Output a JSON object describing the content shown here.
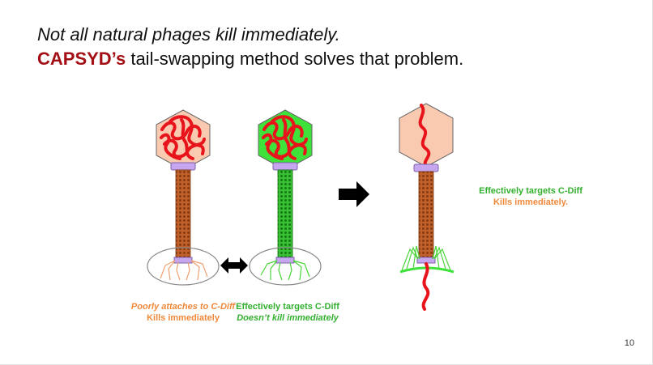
{
  "slide": {
    "title_line1": "Not all natural phages kill immediately.",
    "title_brand": "CAPSYD’s",
    "title_rest": " tail-swapping method solves that problem.",
    "page_number": "10"
  },
  "captions": {
    "phage1_line1": "Poorly attaches to C-Diff",
    "phage1_line2": "Kills immediately",
    "phage2_line1": "Effectively targets C-Diff",
    "phage2_line2": "Doesn’t kill immediately",
    "phage3_line1": "Effectively targets C-Diff",
    "phage3_line2": "Kills immediately."
  },
  "colors": {
    "brand": "#a30f14",
    "capsid_peach": "#f9c9b0",
    "capsid_green": "#3ee23a",
    "dna_red": "#e8141b",
    "tail_brown": "#b5541b",
    "tail_green": "#1fa51c",
    "collar_purple": "#c7a6f0",
    "fiber_orange": "#f0a070",
    "fiber_green": "#4bd43a",
    "caption_orange": "#f0883a",
    "caption_green": "#33b02f"
  }
}
